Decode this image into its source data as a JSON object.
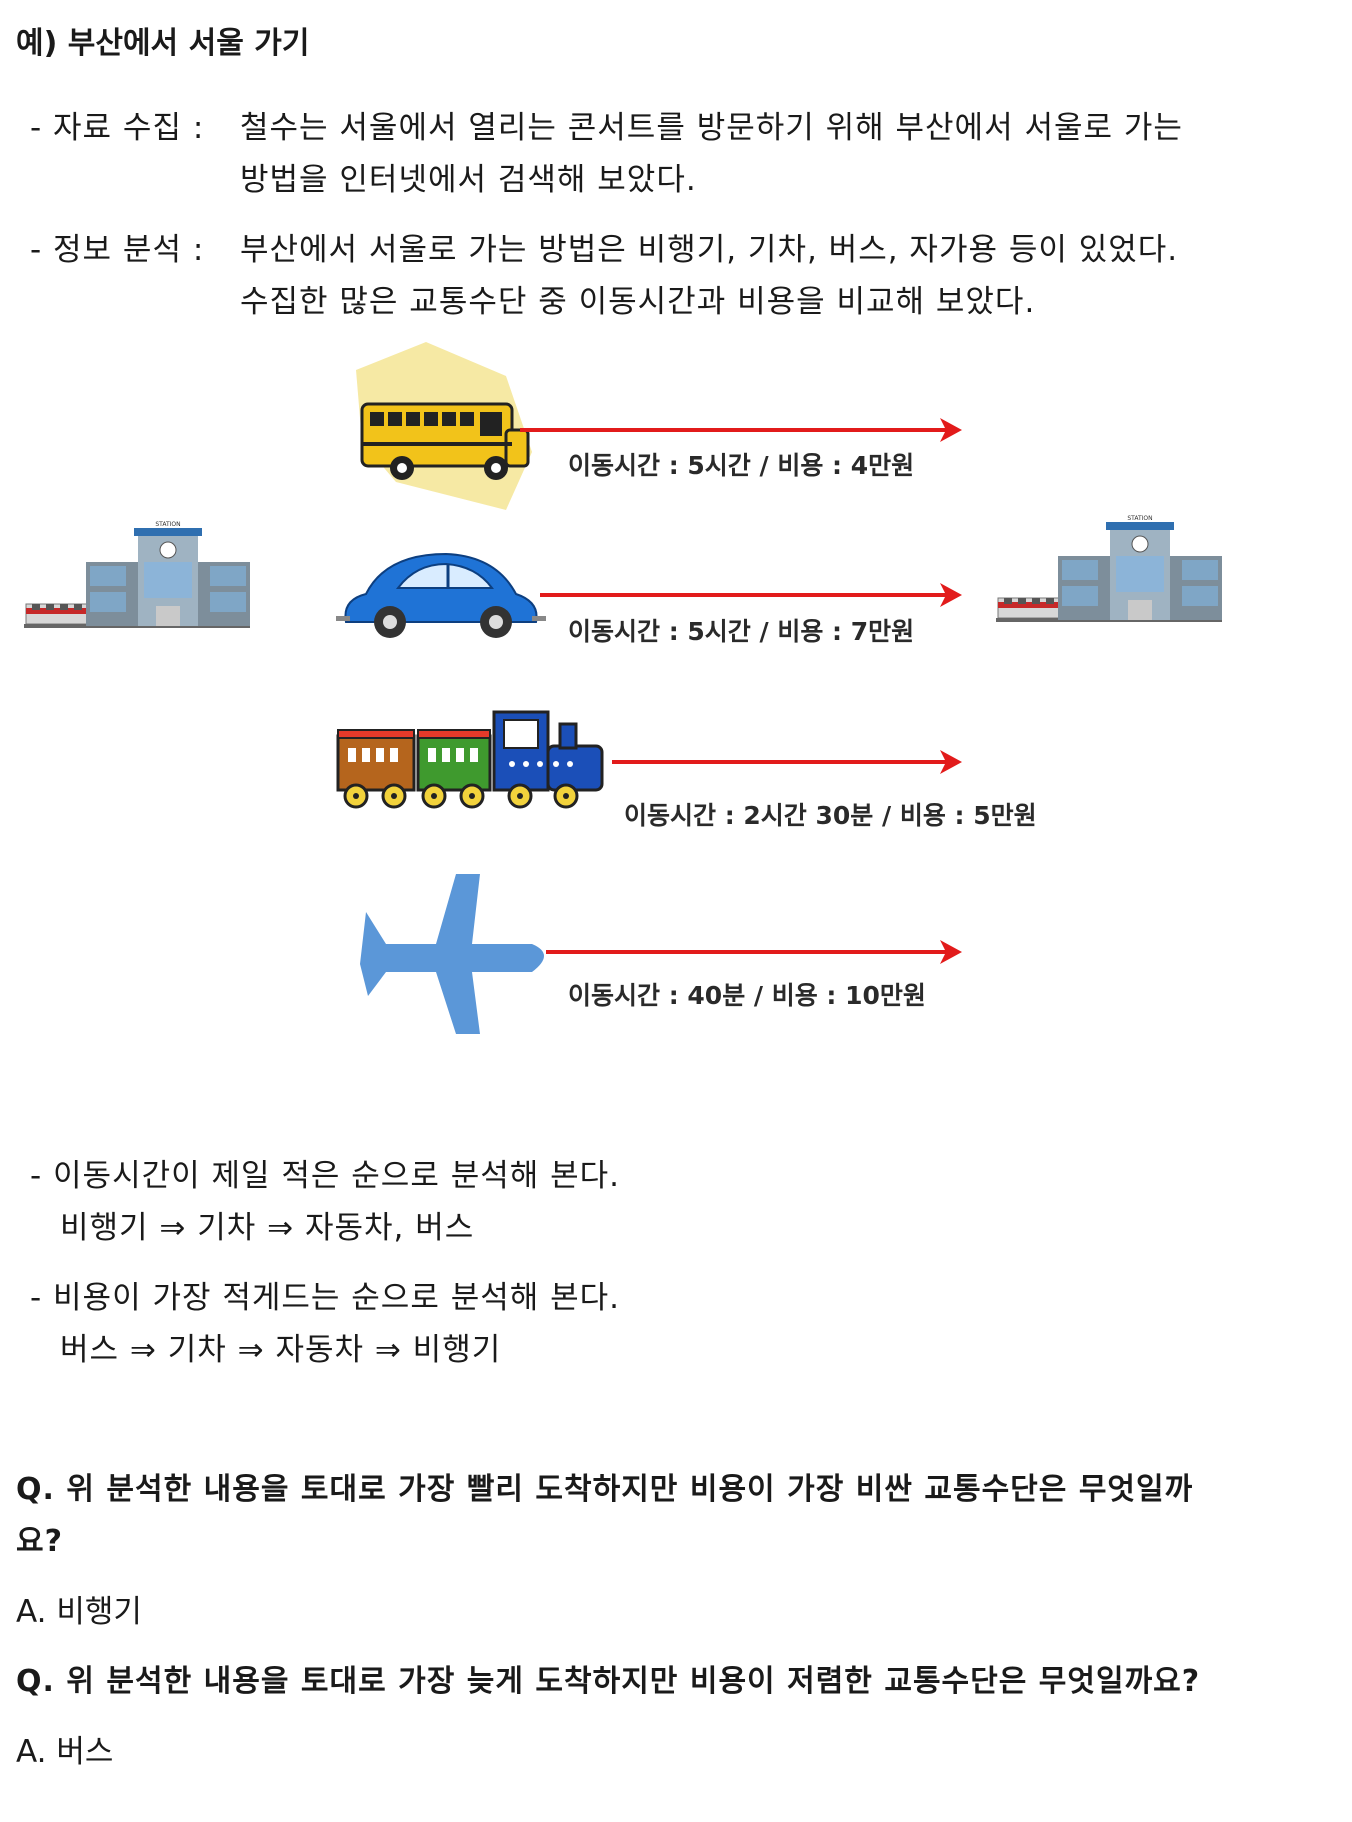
{
  "heading": "예) 부산에서 서울 가기",
  "collect": {
    "label": "- 자료 수집 :",
    "line1": "철수는 서울에서 열리는 콘서트를 방문하기 위해 부산에서 서울로 가는",
    "line2": "방법을 인터넷에서 검색해 보았다."
  },
  "analysis": {
    "label": "- 정보 분석 :",
    "line1": "부산에서 서울로 가는 방법은 비행기, 기차, 버스, 자가용 등이 있었다.",
    "line2": "수집한 많은 교통수단 중 이동시간과 비용을 비교해 보았다."
  },
  "station_sign": "STATION",
  "routes": [
    {
      "icon": "bus-icon",
      "label": "이동시간 : 5시간 / 비용 : 4만원"
    },
    {
      "icon": "car-icon",
      "label": "이동시간 : 5시간 / 비용 : 7만원"
    },
    {
      "icon": "train-icon",
      "label": "이동시간 : 2시간 30분 / 비용 : 5만원"
    },
    {
      "icon": "airplane-icon",
      "label": "이동시간 : 40분 / 비용 : 10만원"
    }
  ],
  "colors": {
    "arrow": "#e21b1b",
    "bus": "#f2c31a",
    "car": "#1f73d6",
    "plane": "#5b97d8"
  },
  "time_order": {
    "line1": "- 이동시간이 제일 적은 순으로 분석해 본다.",
    "line2": "비행기 ⇒ 기차 ⇒ 자동차, 버스"
  },
  "cost_order": {
    "line1": "- 비용이 가장 적게드는 순으로 분석해 본다.",
    "line2": "버스 ⇒ 기차 ⇒ 자동차 ⇒ 비행기"
  },
  "qa": [
    {
      "q_line1": "Q. 위 분석한 내용을 토대로 가장 빨리 도착하지만 비용이 가장 비싼 교통수단은 무엇일까",
      "q_line2": "요?",
      "a": "A. 비행기"
    },
    {
      "q_line1": "Q. 위 분석한 내용을 토대로 가장 늦게 도착하지만 비용이 저렴한 교통수단은 무엇일까요?",
      "a": "A. 버스"
    }
  ]
}
